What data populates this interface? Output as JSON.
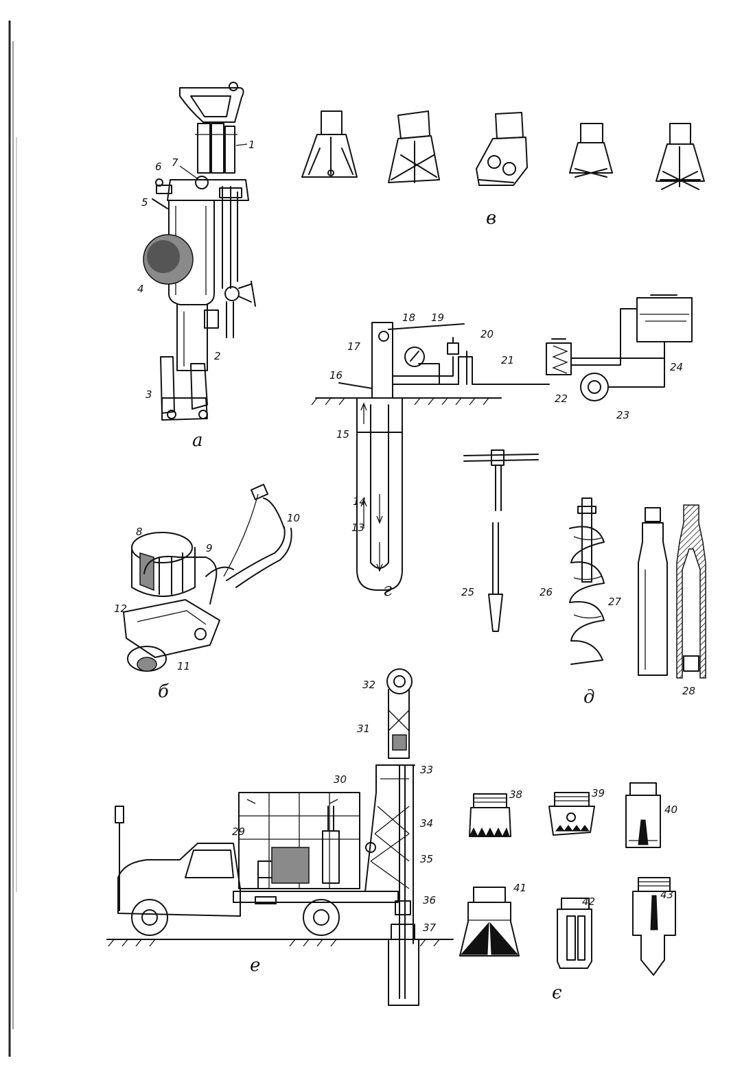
{
  "panels": {
    "a": {
      "caption": "а",
      "labels": {
        "p1": "1",
        "p2": "2",
        "p3": "3",
        "p4": "4",
        "p5": "5",
        "p6": "6",
        "p7": "7"
      }
    },
    "b": {
      "caption": "б",
      "labels": {
        "p8": "8",
        "p9": "9",
        "p10": "10",
        "p11": "11",
        "p12": "12"
      }
    },
    "v": {
      "caption": "в"
    },
    "g": {
      "caption": "г",
      "labels": {
        "p13": "13",
        "p14": "14",
        "p15": "15",
        "p16": "16",
        "p17": "17",
        "p18": "18",
        "p19": "19",
        "p20": "20",
        "p21": "21",
        "p22": "22",
        "p23": "23",
        "p24": "24"
      }
    },
    "d": {
      "caption": "д",
      "labels": {
        "p25": "25",
        "p26": "26",
        "p27": "27",
        "p28": "28"
      }
    },
    "e": {
      "caption": "е",
      "labels": {
        "p29": "29",
        "p30": "30",
        "p31": "31",
        "p32": "32",
        "p33": "33",
        "p34": "34",
        "p35": "35",
        "p36": "36",
        "p37": "37"
      }
    },
    "ye": {
      "caption": "є",
      "labels": {
        "p38": "38",
        "p39": "39",
        "p40": "40",
        "p41": "41",
        "p42": "42",
        "p43": "43"
      }
    }
  }
}
